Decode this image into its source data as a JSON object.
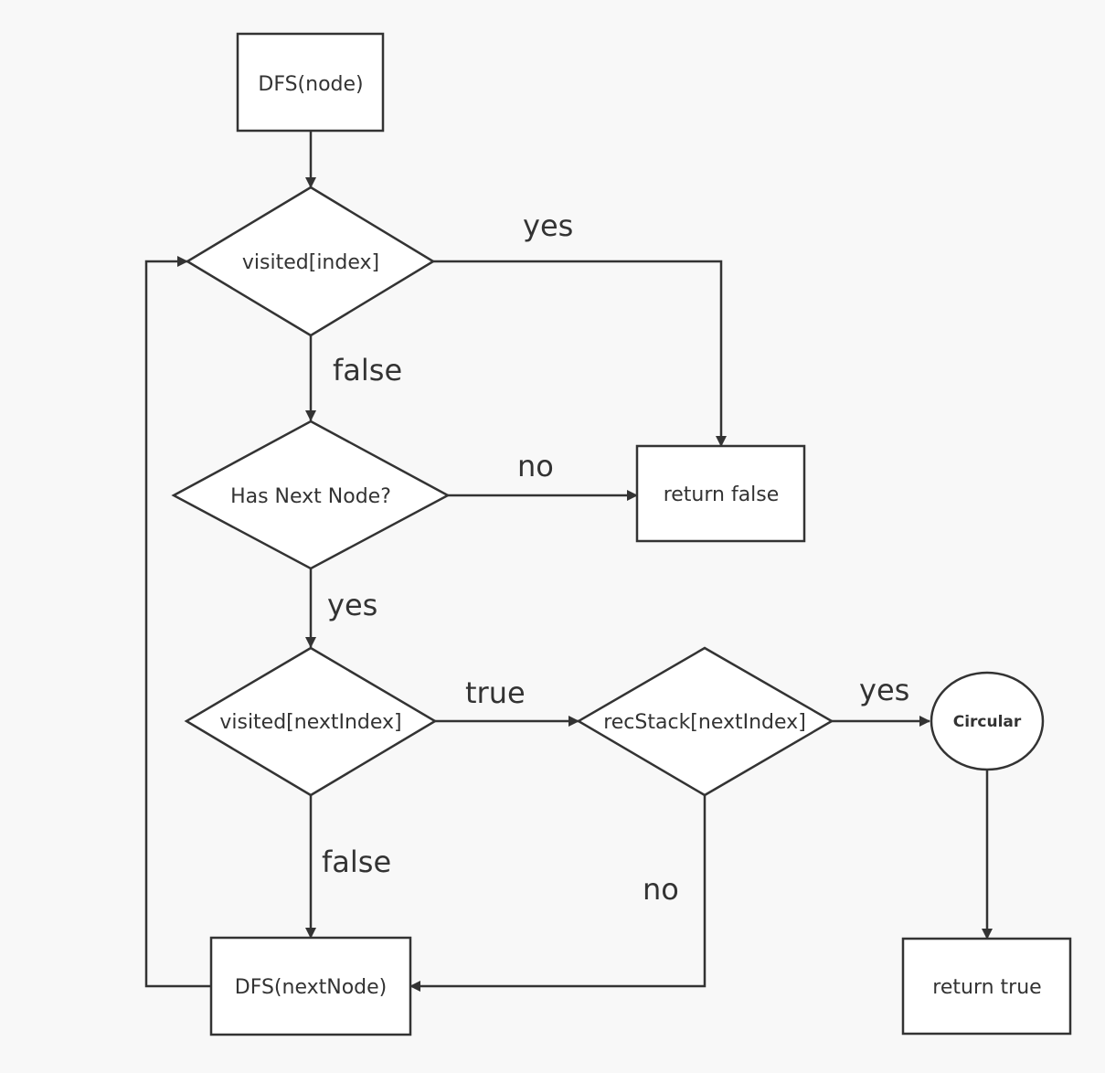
{
  "nodes": {
    "dfs_node": "DFS(node)",
    "visited_index": "visited[index]",
    "has_next_node": "Has Next Node?",
    "return_false": "return false",
    "visited_next_index": "visited[nextIndex]",
    "rec_stack_next_index": "recStack[nextIndex]",
    "circular": "Circular",
    "dfs_next_node": "DFS(nextNode)",
    "return_true": "return true"
  },
  "edge_labels": {
    "visited_yes": "yes",
    "visited_false": "false",
    "has_next_no": "no",
    "has_next_yes": "yes",
    "visited_next_true": "true",
    "visited_next_false": "false",
    "rec_stack_yes": "yes",
    "rec_stack_no": "no"
  },
  "colors": {
    "stroke": "#333333",
    "fill": "#ffffff",
    "background": "#f8f8f8"
  }
}
